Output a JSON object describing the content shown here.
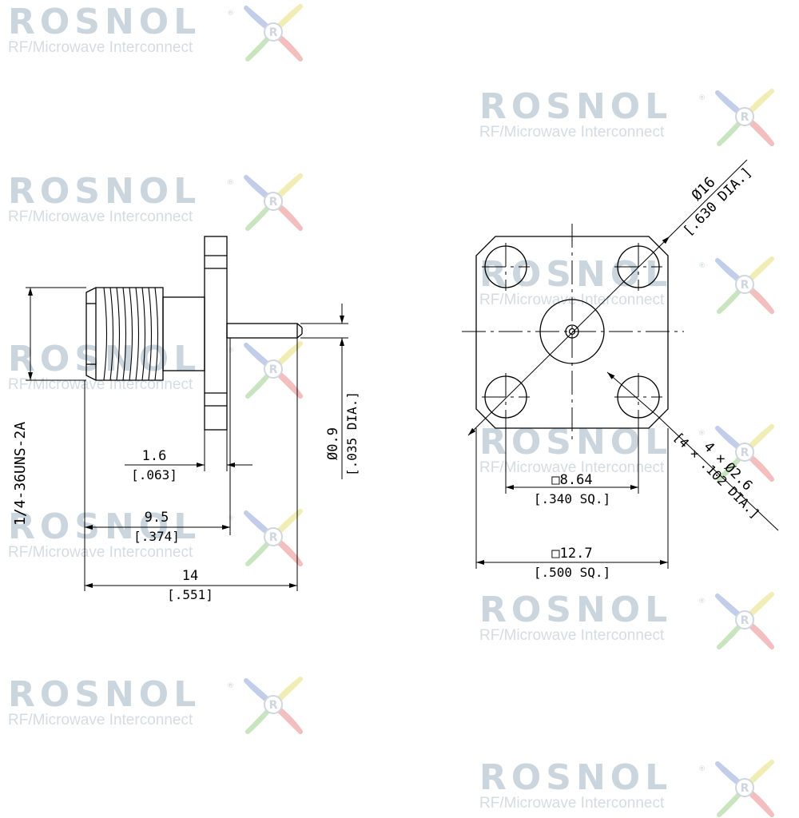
{
  "watermark": {
    "brand": "ROSNOL",
    "registered": "®",
    "tagline": "RF/Microwave Interconnect",
    "logo_letter": "R"
  },
  "side_view": {
    "thread_label": "1/4-36UNS-2A",
    "flange_thickness": {
      "mm": "1.6",
      "inch": "[.063]"
    },
    "body_length": {
      "mm": "9.5",
      "inch": "[.374]"
    },
    "overall_length": {
      "mm": "14",
      "inch": "[.551]"
    },
    "pin_diameter": {
      "mm": "Ø0.9",
      "inch": "[.035 DIA.]"
    }
  },
  "front_view": {
    "hole_circle": {
      "mm": "Ø16",
      "inch": "[.630 DIA.]"
    },
    "mounting_holes": {
      "qty": "4 ×",
      "mm": "Ø2.6",
      "inch": "[4 × .102 DIA.]"
    },
    "hole_spacing": {
      "mm": "□8.64",
      "inch": "[.340 SQ.]"
    },
    "flange_size": {
      "mm": "□12.7",
      "inch": "[.500 SQ.]"
    }
  },
  "colors": {
    "line": "#000000",
    "brand": "#9fb3c2"
  }
}
